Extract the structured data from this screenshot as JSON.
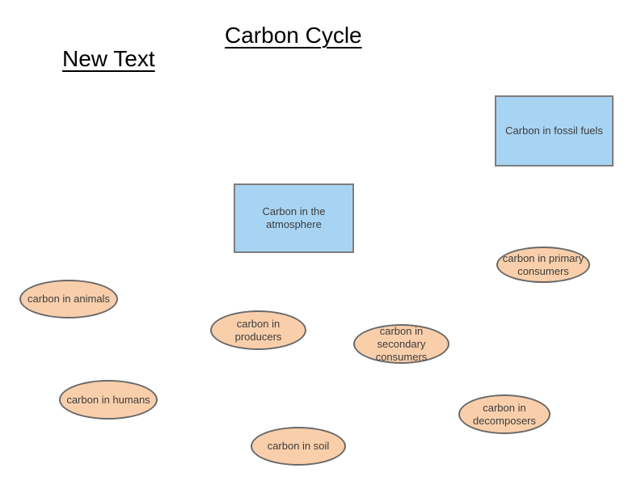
{
  "title": {
    "text": "Carbon Cycle"
  },
  "new_text": {
    "text": "New Text"
  },
  "colors": {
    "rect_fill": "#a8d4f3",
    "rect_border": "#7d7d7d",
    "ellipse_fill": "#f9cfab",
    "ellipse_border": "#696969",
    "label_text": "#3d3d3d",
    "title_text": "#000000"
  },
  "nodes": [
    {
      "id": "fossil-fuels",
      "shape": "rectangle",
      "label": "Carbon in fossil fuels"
    },
    {
      "id": "atmosphere",
      "shape": "rectangle",
      "label": "Carbon in the atmosphere"
    },
    {
      "id": "primary-consumers",
      "shape": "ellipse",
      "label": "carbon in primary consumers"
    },
    {
      "id": "animals",
      "shape": "ellipse",
      "label": "carbon in animals"
    },
    {
      "id": "producers",
      "shape": "ellipse",
      "label": "carbon in producers"
    },
    {
      "id": "secondary-consumers",
      "shape": "ellipse",
      "label": "carbon in secondary consumers"
    },
    {
      "id": "humans",
      "shape": "ellipse",
      "label": "carbon in humans"
    },
    {
      "id": "decomposers",
      "shape": "ellipse",
      "label": "carbon in decomposers"
    },
    {
      "id": "soil",
      "shape": "ellipse",
      "label": "carbon in soil"
    }
  ]
}
